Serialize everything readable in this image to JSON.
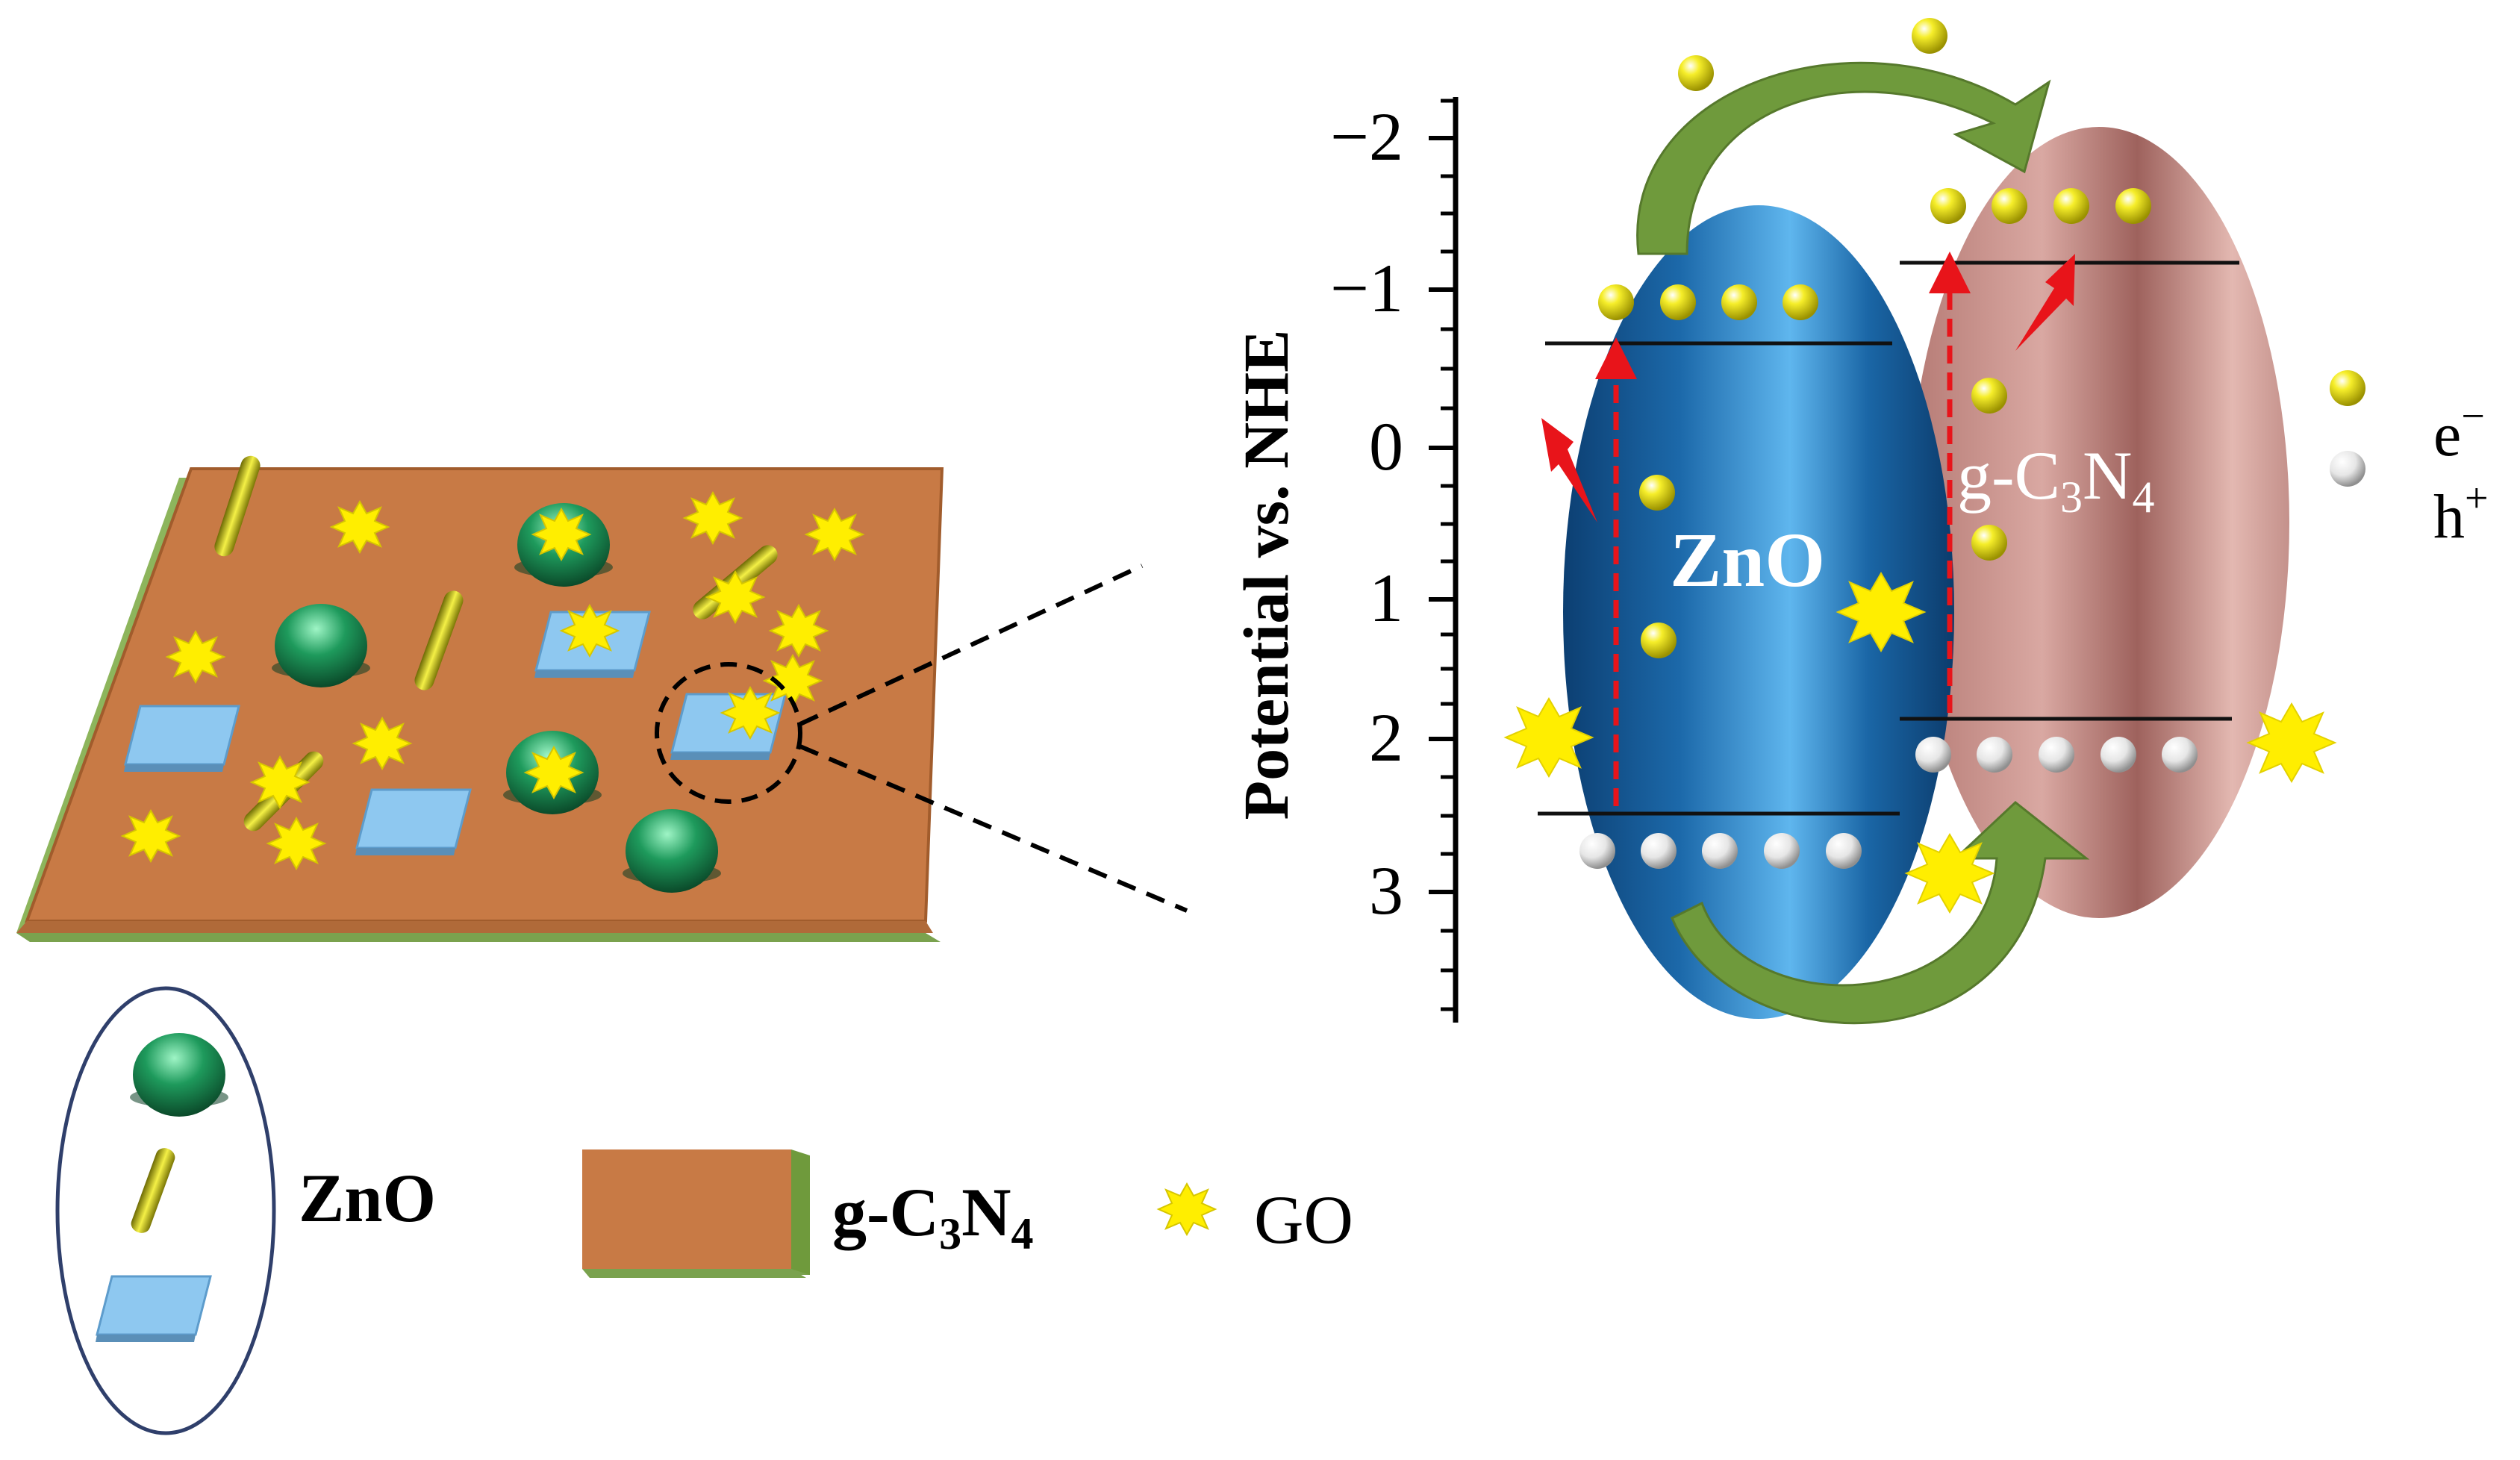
{
  "axis": {
    "title": "Potential vs. NHE",
    "ticks": [
      "−2",
      "−1",
      "0",
      "1",
      "2",
      "3"
    ]
  },
  "bands": {
    "zno_label": "ZnO",
    "gcn_label_prefix": "g-C",
    "gcn_sub1": "3",
    "gcn_mid": "N",
    "gcn_sub2": "4"
  },
  "charge_legend": {
    "electron_label": "e",
    "electron_sup": "−",
    "hole_label": "h",
    "hole_sup": "+"
  },
  "component_legend": {
    "zno_label": "ZnO",
    "gcn_prefix": "g-C",
    "gcn_sub1": "3",
    "gcn_mid": "N",
    "gcn_sub2": "4",
    "go_label": "GO"
  },
  "colors": {
    "plate_top": "#c87a45",
    "plate_edge": "#8fb060",
    "zno_ellipse": "#1f6fae",
    "gcn_ellipse": "#c88e88",
    "electron": "#f4ea18",
    "hole": "#e6e6e6",
    "transfer_arrow": "#6f9a3c",
    "excitation": "#e8141a",
    "sphere": "#1b9a5a",
    "rod": "#c8c410",
    "square": "#8ec8f0",
    "go_flake": "#ffee00"
  }
}
